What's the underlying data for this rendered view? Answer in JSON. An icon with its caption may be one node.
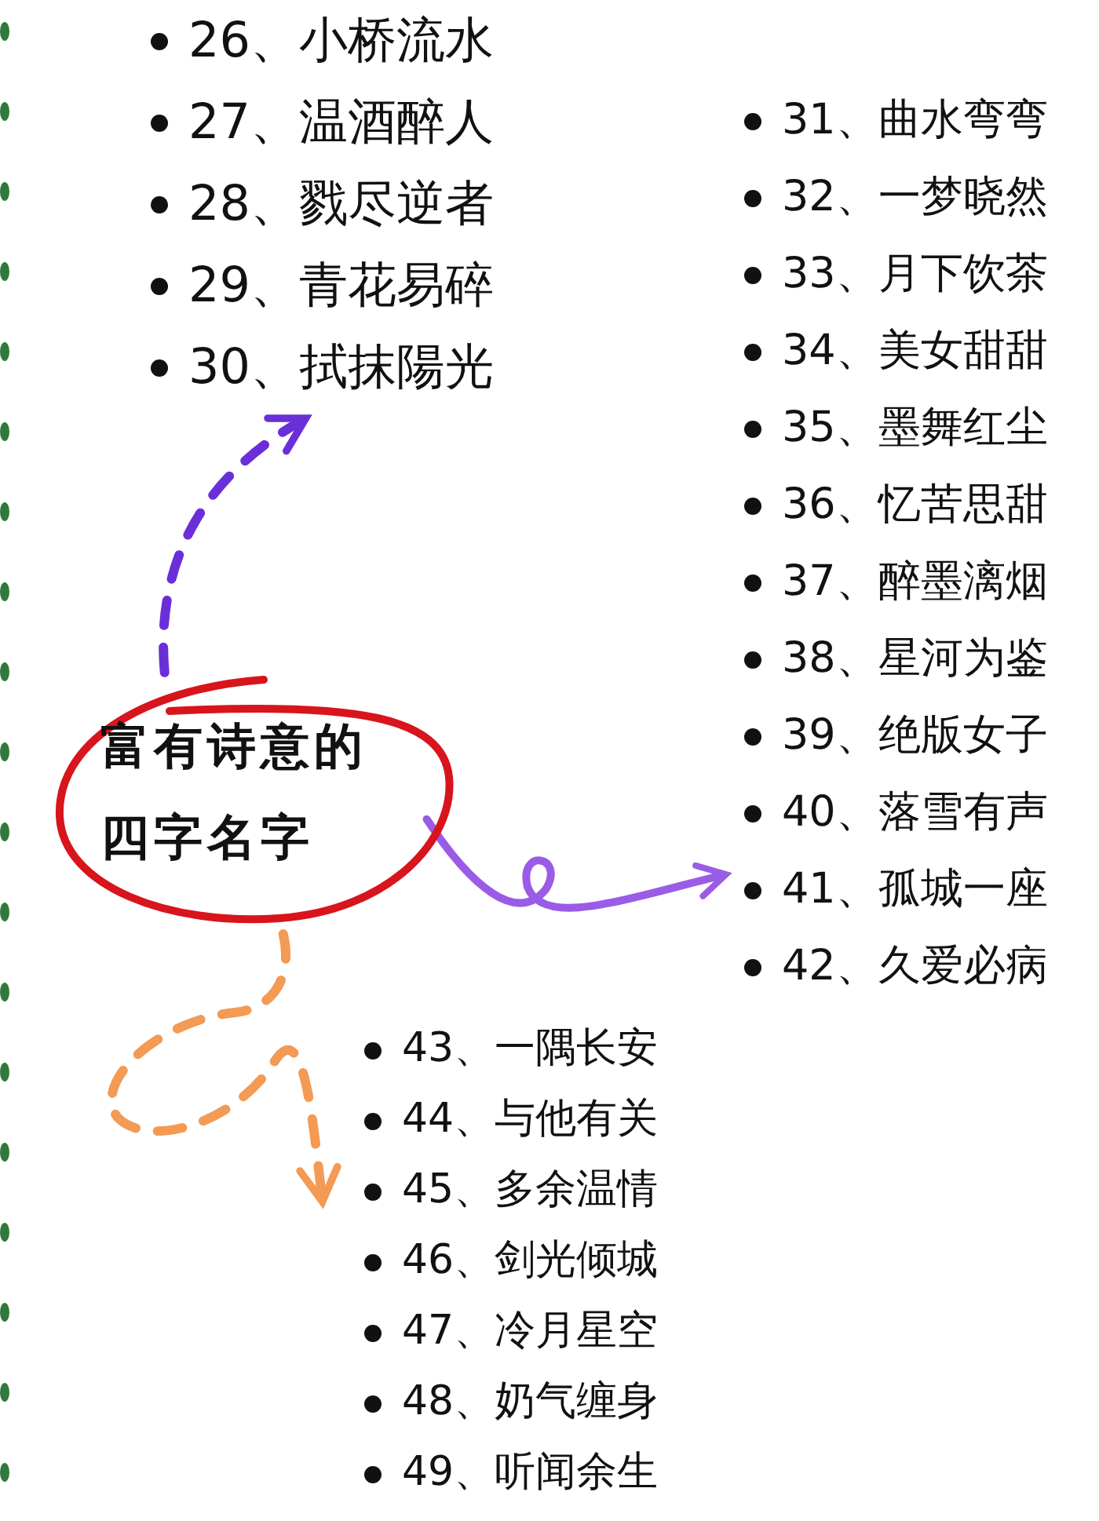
{
  "diagram": {
    "nodes": [
      {
        "text": [
          "富有诗意的四字名字"
        ]
      },
      {
        "text": [
          "26、小桥流水",
          "27、温酒醉人",
          "28、戮尽逆者",
          "29、青花易碎",
          "30、拭抹陽光"
        ]
      },
      {
        "text": [
          "31、曲水弯弯",
          "32、一梦晓然",
          "33、月下饮茶",
          "34、美女甜甜",
          "35、墨舞红尘",
          "36、忆苦思甜",
          "37、醉墨漓烟",
          "38、星河为鉴",
          "39、绝版女子",
          "40、落雪有声",
          "41、孤城一座",
          "42、久爱必病"
        ]
      },
      {
        "text": [
          "43、一隅长安",
          "44、与他有关",
          "45、多余温情",
          "46、剑光倾城",
          "47、冷月星空",
          "48、奶气缠身",
          "49、听闻余生"
        ]
      }
    ],
    "edges": [
      {
        "from": 0,
        "to": 1,
        "arrow": "to",
        "style": "dashed",
        "color": "#6a2fd8"
      },
      {
        "from": 0,
        "to": 2,
        "arrow": "to",
        "color": "#9a5ce6"
      },
      {
        "from": 0,
        "to": 3,
        "arrow": "to",
        "style": "dashed",
        "color": "#f39a55"
      }
    ]
  }
}
